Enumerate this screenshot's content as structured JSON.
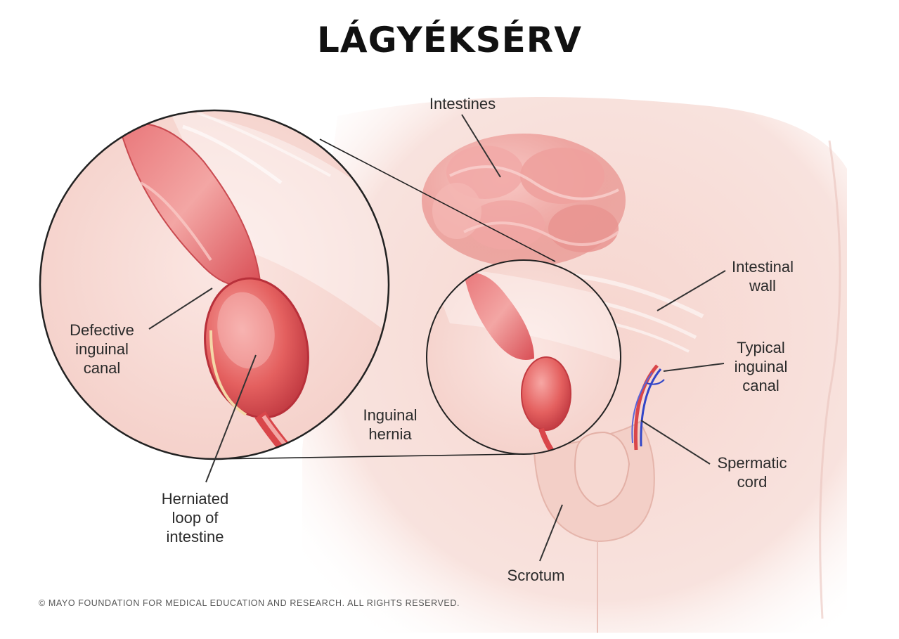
{
  "title": "LÁGYÉKSÉRV",
  "labels": {
    "intestines": "Intestines",
    "intestinal_wall": "Intestinal\nwall",
    "defective_inguinal_canal": "Defective\ninguinal\ncanal",
    "typical_inguinal_canal": "Typical\ninguinal\ncanal",
    "inguinal_hernia": "Inguinal\nhernia",
    "spermatic_cord": "Spermatic\ncord",
    "herniated_loop": "Herniated\nloop of\nintestine",
    "scrotum": "Scrotum"
  },
  "copyright": "© MAYO FOUNDATION FOR MEDICAL EDUCATION AND RESEARCH. ALL RIGHTS RESERVED.",
  "colors": {
    "skin": "#f7dcd6",
    "intestine": "#e98a8a",
    "hernia": "#d9464a",
    "vein": "#3246c8",
    "outline": "#222222"
  }
}
